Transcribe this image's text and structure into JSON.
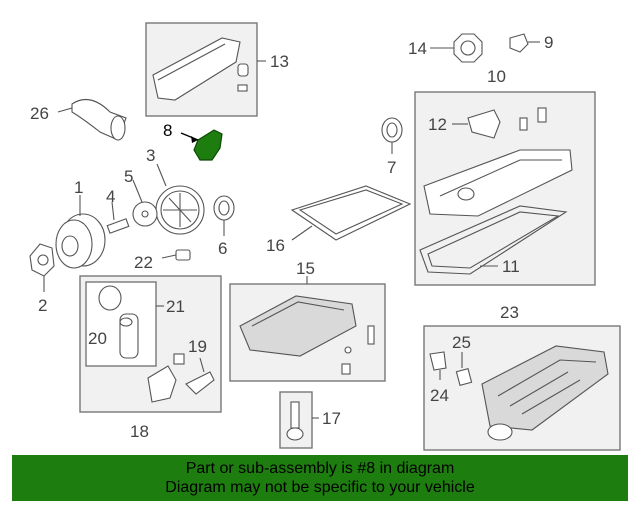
{
  "callouts": {
    "c1": "1",
    "c2": "2",
    "c3": "3",
    "c4": "4",
    "c5": "5",
    "c6": "6",
    "c7": "7",
    "c8": "8",
    "c9": "9",
    "c10": "10",
    "c11": "11",
    "c12": "12",
    "c13": "13",
    "c14": "14",
    "c15": "15",
    "c16": "16",
    "c17": "17",
    "c18": "18",
    "c19": "19",
    "c20": "20",
    "c21": "21",
    "c22": "22",
    "c23": "23",
    "c24": "24",
    "c25": "25",
    "c26": "26"
  },
  "highlight": {
    "part": "8",
    "color": "#1e7d0f"
  },
  "banner": {
    "line1": "Part or sub-assembly is #8 in diagram",
    "line2": "Diagram may not be specific to your vehicle",
    "color": "#1e7d0f"
  }
}
